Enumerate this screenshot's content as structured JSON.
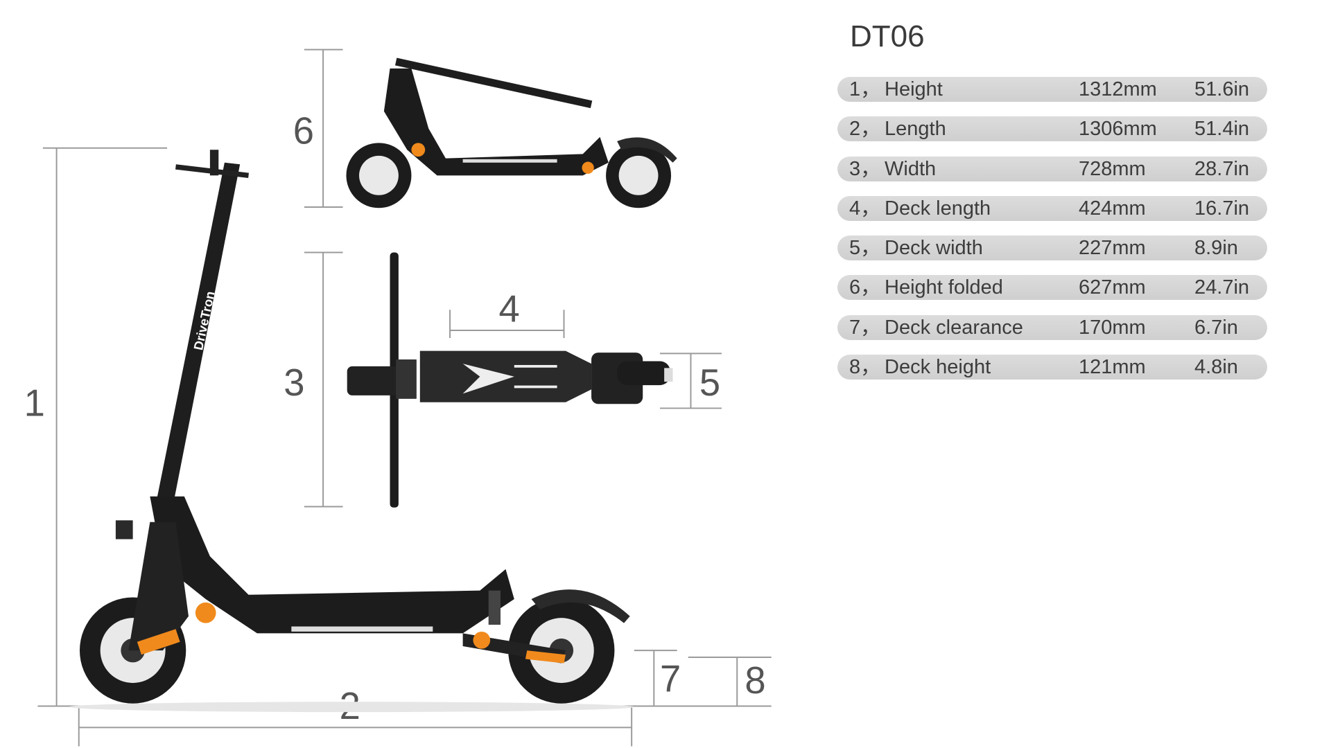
{
  "model": "DT06",
  "brand_on_stem": "DriveTron",
  "dimension_markers": [
    "1",
    "2",
    "3",
    "4",
    "5",
    "6",
    "7",
    "8"
  ],
  "specs": [
    {
      "num": "1，",
      "label": "Height",
      "mm": "1312mm",
      "in": "51.6in"
    },
    {
      "num": "2，",
      "label": "Length",
      "mm": "1306mm",
      "in": "51.4in"
    },
    {
      "num": "3，",
      "label": "Width",
      "mm": "728mm",
      "in": "28.7in"
    },
    {
      "num": "4，",
      "label": "Deck length",
      "mm": "424mm",
      "in": "16.7in"
    },
    {
      "num": "5，",
      "label": "Deck width",
      "mm": "227mm",
      "in": "8.9in"
    },
    {
      "num": "6，",
      "label": "Height folded",
      "mm": "627mm",
      "in": "24.7in"
    },
    {
      "num": "7，",
      "label": "Deck clearance",
      "mm": "170mm",
      "in": "6.7in"
    },
    {
      "num": "8，",
      "label": "Deck height",
      "mm": "121mm",
      "in": "4.8in"
    }
  ],
  "colors": {
    "accent": "#f08a1c",
    "frame": "#1c1c1c",
    "pill": "#d6d6d6"
  }
}
